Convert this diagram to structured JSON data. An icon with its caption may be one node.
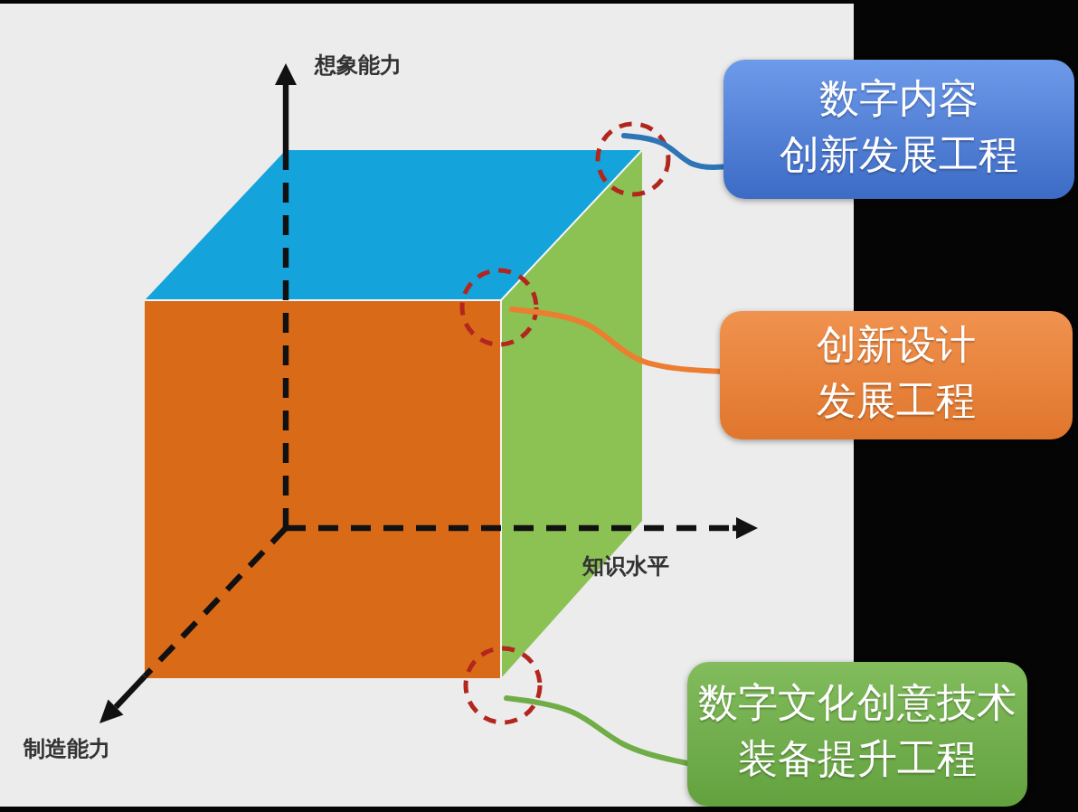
{
  "diagram": {
    "nodes": [
      {
        "text": [],
        "shape": "cube"
      },
      {
        "text": [],
        "shape": "circle"
      },
      {
        "text": [
          "数字内容创新发展工程"
        ]
      },
      {
        "text": [],
        "shape": "circle"
      },
      {
        "text": [
          "创新设计发展工程"
        ]
      },
      {
        "text": [],
        "shape": "circle"
      },
      {
        "text": [
          "数字文化创意技术装备提升工程"
        ]
      }
    ],
    "edges": [
      {
        "from": 1,
        "to": 2,
        "arrow": "none",
        "color": "#2e75b6"
      },
      {
        "from": 3,
        "to": 4,
        "arrow": "none",
        "color": "#ed7d31"
      },
      {
        "from": 5,
        "to": 6,
        "arrow": "none",
        "color": "#70ad47"
      }
    ],
    "labels": [
      "想象能力",
      "知识水平",
      "制造能力"
    ]
  }
}
